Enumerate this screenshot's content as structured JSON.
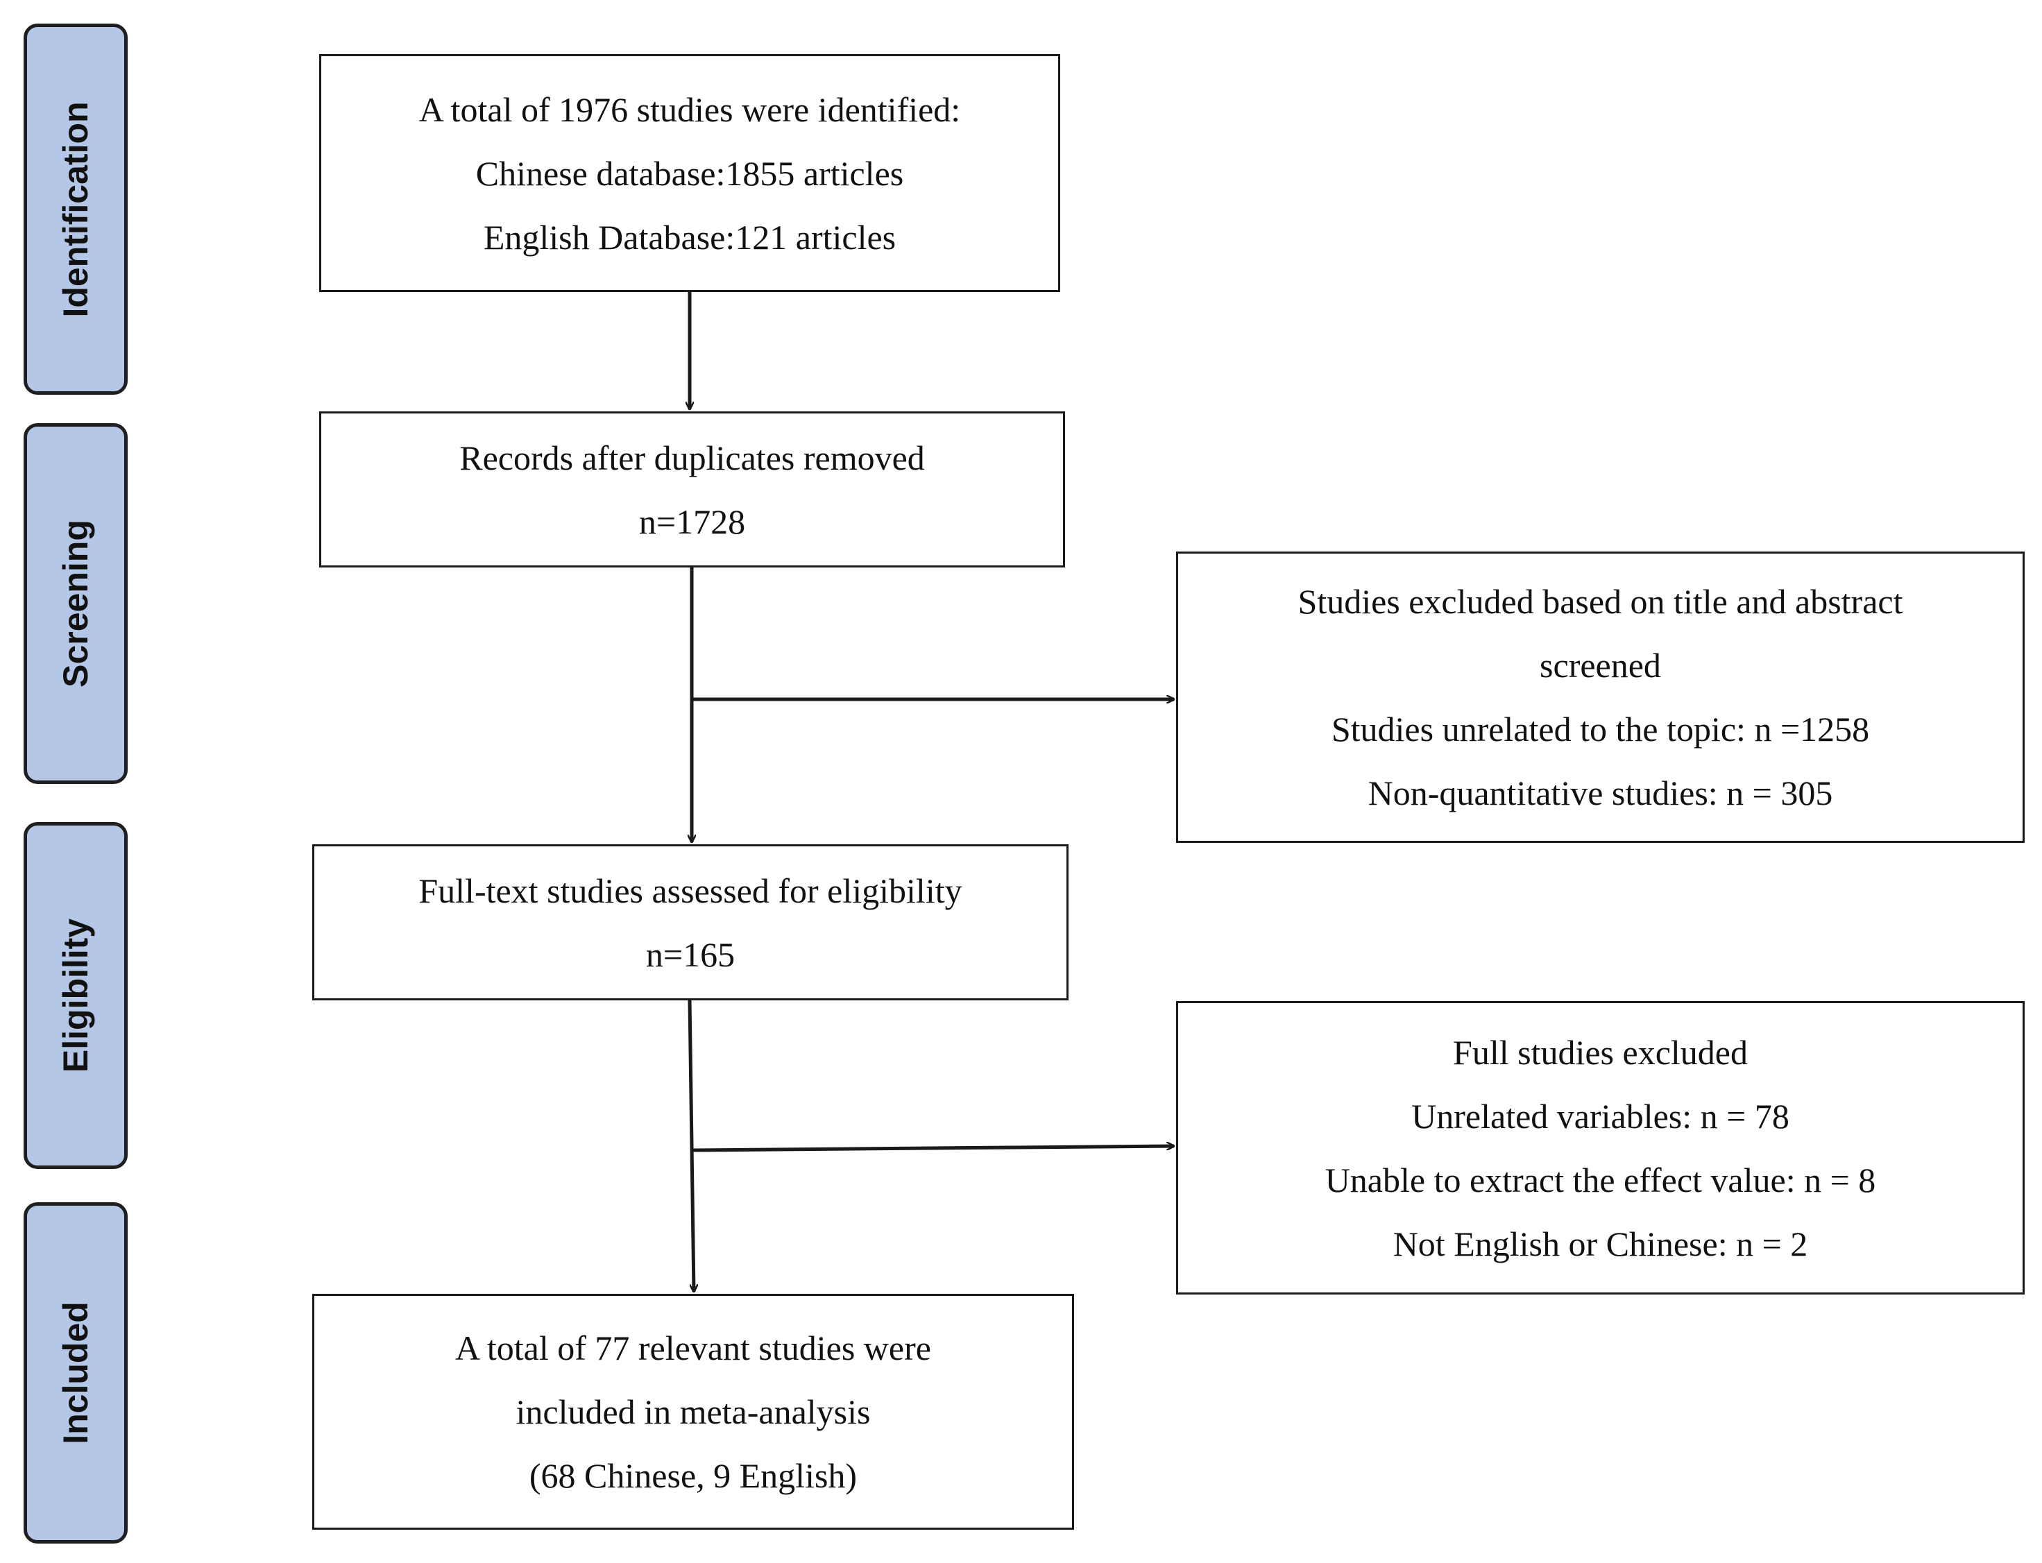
{
  "stages": [
    {
      "id": "identification",
      "label": "Identification"
    },
    {
      "id": "screening",
      "label": "Screening"
    },
    {
      "id": "eligibility",
      "label": "Eligibility"
    },
    {
      "id": "included",
      "label": "Included"
    }
  ],
  "boxes": {
    "identified": {
      "lines": [
        "A total of 1976 studies were identified:",
        "Chinese database:1855 articles",
        "English Database:121 articles"
      ]
    },
    "after_duplicates": {
      "lines": [
        "Records after duplicates removed",
        "n=1728"
      ]
    },
    "excluded_title_abstract": {
      "lines": [
        "Studies excluded based on title and abstract",
        "screened",
        "Studies unrelated to the topic: n =1258",
        "Non-quantitative studies: n = 305"
      ]
    },
    "full_text_assessed": {
      "lines": [
        "Full-text studies assessed for eligibility",
        "n=165"
      ]
    },
    "full_excluded": {
      "lines": [
        "Full studies excluded",
        "Unrelated variables: n = 78",
        "Unable to extract the effect value: n = 8",
        "Not English or Chinese: n = 2"
      ]
    },
    "included": {
      "lines": [
        "A total of 77 relevant studies were",
        "included in meta-analysis",
        "(68 Chinese, 9 English)"
      ]
    }
  },
  "colors": {
    "stage_fill": "#b4c7e7",
    "stage_border": "#1f1f1f",
    "line": "#1a1a1a"
  }
}
